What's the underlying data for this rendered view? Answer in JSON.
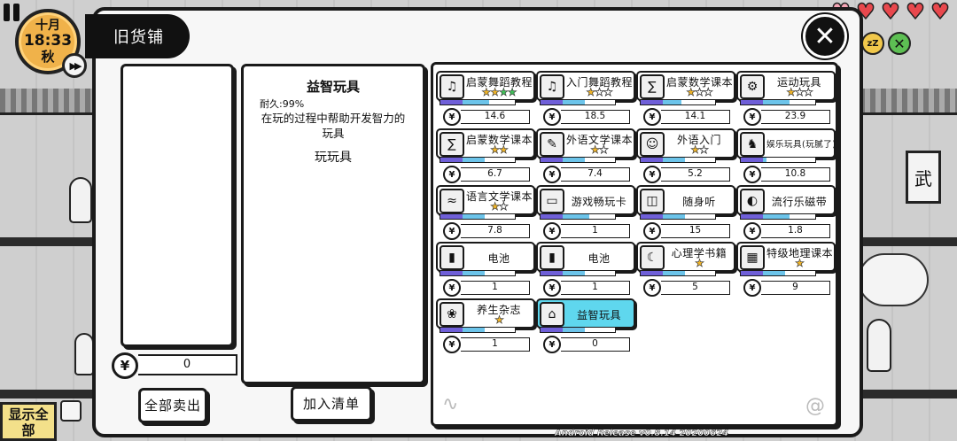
{
  "hud": {
    "month": "十月",
    "time": "18:33",
    "season": "秋",
    "fast_forward_label": "▶▶",
    "sleep_label": "zZ",
    "hearts": 5,
    "show_all_label": "显示全部"
  },
  "shop": {
    "title": "旧货铺",
    "close_symbol": "✕",
    "money_value": "0",
    "sell_all_label": "全部卖出",
    "add_to_list_label": "加入清单",
    "currency_symbol": "¥"
  },
  "detail": {
    "name": "益智玩具",
    "durability": "耐久:99%",
    "description": "在玩的过程中帮助开发智力的玩具",
    "action": "玩玩具"
  },
  "items": [
    {
      "name": "启蒙舞蹈教程",
      "icon": "dance-book-icon",
      "glyph": "♫",
      "stars_gold": 2,
      "stars_green": 2,
      "stars_empty": 0,
      "bar": [
        0.3,
        0.35
      ],
      "price": "14.6"
    },
    {
      "name": "入门舞蹈教程",
      "icon": "dance-book-icon",
      "glyph": "♫",
      "stars_gold": 1,
      "stars_green": 0,
      "stars_empty": 2,
      "bar": [
        0.3,
        0.3
      ],
      "price": "18.5"
    },
    {
      "name": "启蒙数学课本",
      "icon": "math-book-icon",
      "glyph": "∑",
      "stars_gold": 1,
      "stars_green": 0,
      "stars_empty": 2,
      "bar": [
        0.3,
        0.25
      ],
      "price": "14.1"
    },
    {
      "name": "运动玩具",
      "icon": "sport-toy-icon",
      "glyph": "⚙",
      "stars_gold": 1,
      "stars_green": 0,
      "stars_empty": 2,
      "bar": [
        0.3,
        0.35
      ],
      "price": "23.9"
    },
    {
      "name": "启蒙数学课本",
      "icon": "math-book-icon",
      "glyph": "∑",
      "stars_gold": 2,
      "stars_green": 0,
      "stars_empty": 0,
      "bar": [
        0.3,
        0.3
      ],
      "price": "6.7"
    },
    {
      "name": "外语文学课本",
      "icon": "literature-book-icon",
      "glyph": "✎",
      "stars_gold": 1,
      "stars_green": 0,
      "stars_empty": 1,
      "bar": [
        0.3,
        0.3
      ],
      "price": "7.4"
    },
    {
      "name": "外语入门",
      "icon": "language-book-icon",
      "glyph": "☺",
      "stars_gold": 1,
      "stars_green": 0,
      "stars_empty": 1,
      "bar": [
        0.3,
        0.3
      ],
      "price": "5.2"
    },
    {
      "name": "娱乐玩具(玩腻了)",
      "icon": "robot-toy-icon",
      "glyph": "♞",
      "stars_gold": 0,
      "stars_green": 0,
      "stars_empty": 0,
      "bar": [
        0.3,
        0.05
      ],
      "price": "10.8"
    },
    {
      "name": "语言文学课本",
      "icon": "language-book-icon",
      "glyph": "≈",
      "stars_gold": 1,
      "stars_green": 0,
      "stars_empty": 1,
      "bar": [
        0.3,
        0.3
      ],
      "price": "7.8"
    },
    {
      "name": "游戏畅玩卡",
      "icon": "game-card-icon",
      "glyph": "▭",
      "stars_gold": 0,
      "stars_green": 0,
      "stars_empty": 0,
      "bar": [
        0.3,
        0.35
      ],
      "price": "1"
    },
    {
      "name": "随身听",
      "icon": "walkman-icon",
      "glyph": "◫",
      "stars_gold": 0,
      "stars_green": 0,
      "stars_empty": 0,
      "bar": [
        0.3,
        0.3
      ],
      "price": "15"
    },
    {
      "name": "流行乐磁带",
      "icon": "cassette-icon",
      "glyph": "◐",
      "stars_gold": 0,
      "stars_green": 0,
      "stars_empty": 0,
      "bar": [
        0.3,
        0.35
      ],
      "price": "1.8"
    },
    {
      "name": "电池",
      "icon": "battery-icon",
      "glyph": "▮",
      "stars_gold": 0,
      "stars_green": 0,
      "stars_empty": 0,
      "bar": [
        0.3,
        0.3
      ],
      "price": "1"
    },
    {
      "name": "电池",
      "icon": "battery-icon",
      "glyph": "▮",
      "stars_gold": 0,
      "stars_green": 0,
      "stars_empty": 0,
      "bar": [
        0.3,
        0.3
      ],
      "price": "1"
    },
    {
      "name": "心理学书籍",
      "icon": "psychology-book-icon",
      "glyph": "☾",
      "stars_gold": 1,
      "stars_green": 0,
      "stars_empty": 0,
      "bar": [
        0.3,
        0.3
      ],
      "price": "5"
    },
    {
      "name": "特级地理课本",
      "icon": "geography-book-icon",
      "glyph": "▦",
      "stars_gold": 1,
      "stars_green": 0,
      "stars_empty": 0,
      "bar": [
        0.3,
        0.3
      ],
      "price": "9"
    },
    {
      "name": "养生杂志",
      "icon": "magazine-icon",
      "glyph": "❀",
      "stars_gold": 1,
      "stars_green": 0,
      "stars_empty": 0,
      "bar": [
        0.3,
        0.3
      ],
      "price": "1"
    },
    {
      "name": "益智玩具",
      "icon": "puzzle-toy-icon",
      "glyph": "⌂",
      "stars_gold": 0,
      "stars_green": 0,
      "stars_empty": 0,
      "bar": [
        0.3,
        0.3
      ],
      "price": "0",
      "selected": true
    }
  ],
  "version_text": "Android Release v0.8.14 20200624",
  "background": {
    "sign_text": "武"
  },
  "colors": {
    "bar_purple": "#6f5fd8",
    "bar_blue": "#6cc4ea",
    "selected_card": "#5fd7ee",
    "star_gold": "#f2b629",
    "heart_red": "#e8484d"
  }
}
